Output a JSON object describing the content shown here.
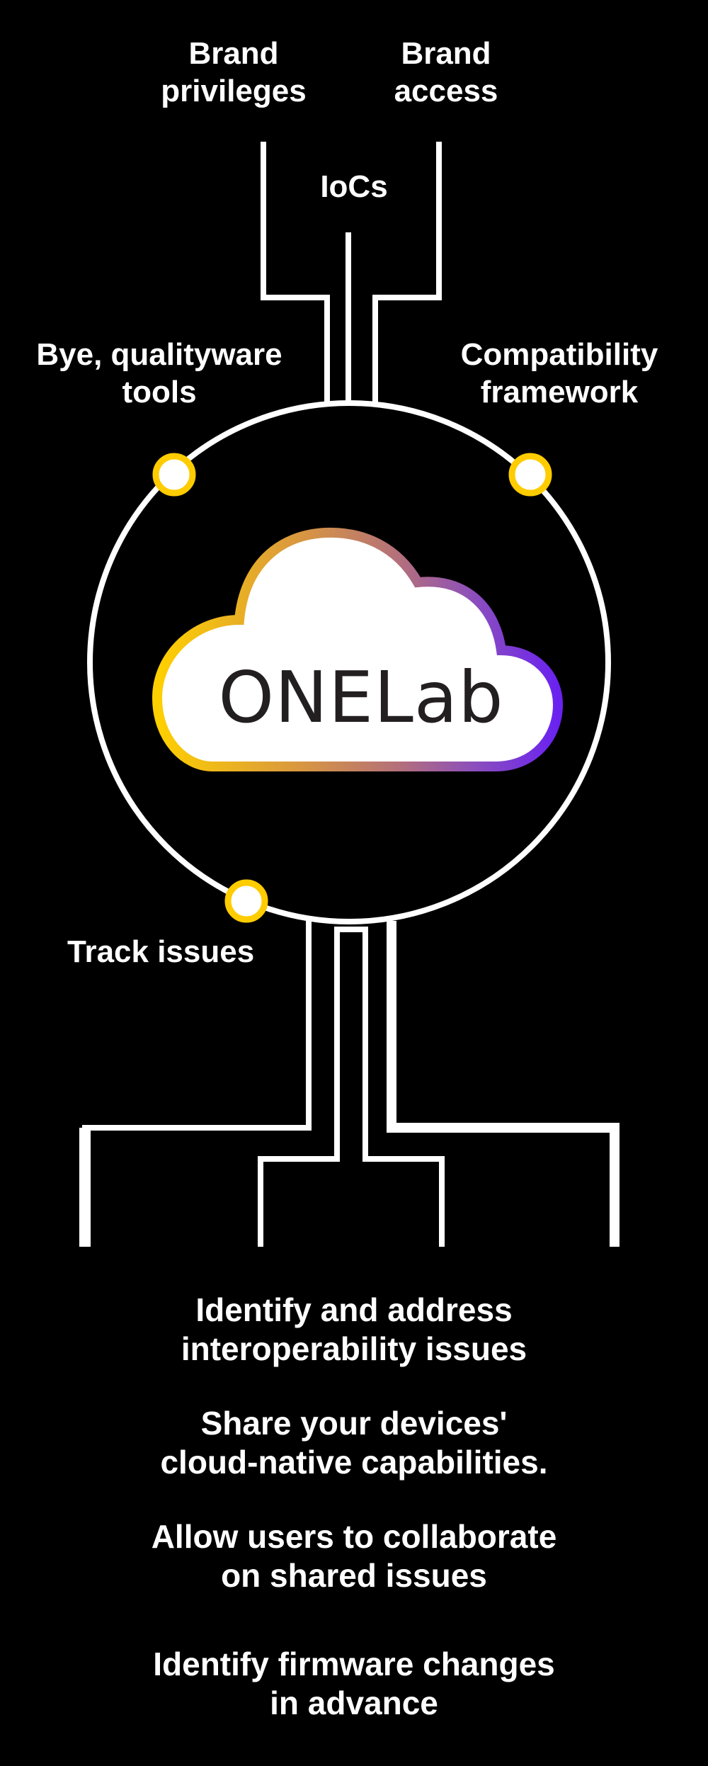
{
  "diagram": {
    "center_logo": {
      "text": "ONELab",
      "gradient": [
        "#FFD000",
        "#D9983F",
        "#B4707A",
        "#8A4DBF",
        "#6A22F0"
      ],
      "text_color": "#231F20"
    },
    "top_labels": [
      {
        "id": "brand-privileges",
        "line1": "Brand",
        "line2": "privileges"
      },
      {
        "id": "brand-access",
        "line1": "Brand",
        "line2": "access"
      }
    ],
    "center_top_label": "IoCs",
    "side_labels": [
      {
        "id": "left",
        "line1": "Bye, qualityware",
        "line2": "tools"
      },
      {
        "id": "right",
        "line1": "Compatibility",
        "line2": "framework"
      }
    ],
    "node_label": "Track issues",
    "node_color": "#FFCC00",
    "line_color": "#FFFFFF",
    "background": "#000000"
  },
  "benefits": [
    {
      "line1": "Identify and address",
      "line2": "interoperability issues"
    },
    {
      "line1": "Share your devices'",
      "line2": "cloud-native capabilities."
    },
    {
      "line1": "Allow users to collaborate",
      "line2": "on shared issues"
    },
    {
      "line1": "Identify firmware changes",
      "line2": "in advance"
    }
  ]
}
